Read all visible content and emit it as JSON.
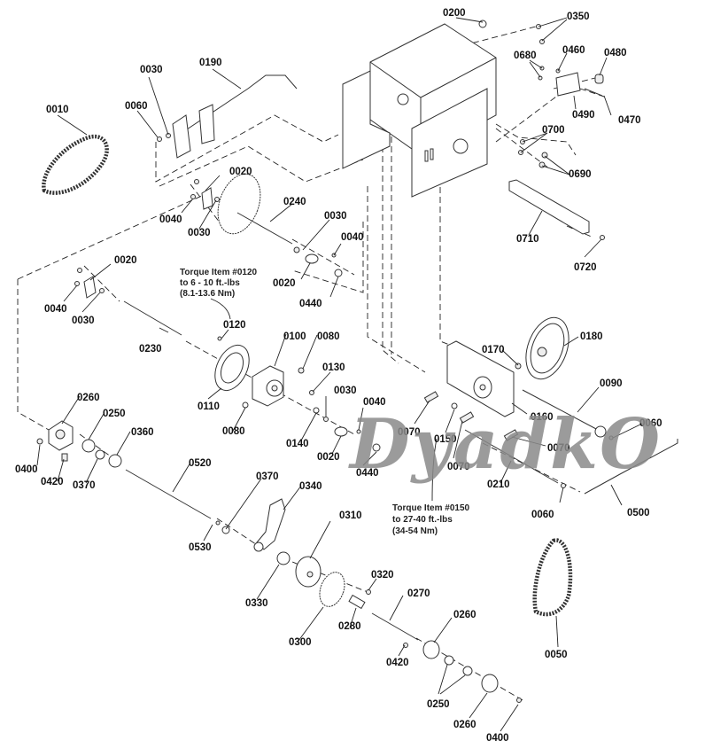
{
  "diagram": {
    "title": "Drive system exploded parts diagram",
    "watermark": "DyadkO",
    "notes": {
      "torque_0120": [
        "Torque Item #0120",
        "to 6 - 10 ft.-lbs",
        "(8.1-13.6 Nm)"
      ],
      "torque_0150": [
        "Torque Item #0150",
        "to 27-40 ft.-lbs",
        "(34-54 Nm)"
      ]
    },
    "labels": {
      "l0010": "0010",
      "l0030a": "0030",
      "l0060a": "0060",
      "l0190": "0190",
      "l0200": "0200",
      "l0350": "0350",
      "l0680": "0680",
      "l0460": "0460",
      "l0480": "0480",
      "l0490": "0490",
      "l0470": "0470",
      "l0700": "0700",
      "l0690": "0690",
      "l0710": "0710",
      "l0720": "0720",
      "l0020a": "0020",
      "l0040a": "0040",
      "l0030b": "0030",
      "l0240": "0240",
      "l0030c": "0030",
      "l0040b": "0040",
      "l0020b": "0020",
      "l0440a": "0440",
      "l0020c": "0020",
      "l0040c": "0040",
      "l0030d": "0030",
      "l0230": "0230",
      "l0120": "0120",
      "l0100": "0100",
      "l0080a": "0080",
      "l0130": "0130",
      "l0110": "0110",
      "l0080b": "0080",
      "l0140": "0140",
      "l0030e": "0030",
      "l0040d": "0040",
      "l0020d": "0020",
      "l0440b": "0440",
      "l0170": "0170",
      "l0180": "0180",
      "l0090": "0090",
      "l0160": "0160",
      "l0060b": "0060",
      "l0070a": "0070",
      "l0150": "0150",
      "l0070b": "0070",
      "l0070c": "0070",
      "l0210": "0210",
      "l0060c": "0060",
      "l0500": "0500",
      "l0260a": "0260",
      "l0250a": "0250",
      "l0360": "0360",
      "l0400a": "0400",
      "l0420a": "0420",
      "l0370a": "0370",
      "l0520": "0520",
      "l0370b": "0370",
      "l0340": "0340",
      "l0530": "0530",
      "l0310": "0310",
      "l0330": "0330",
      "l0320": "0320",
      "l0270": "0270",
      "l0300": "0300",
      "l0280": "0280",
      "l0260b": "0260",
      "l0420b": "0420",
      "l0250b": "0250",
      "l0260c": "0260",
      "l0400b": "0400",
      "l0050": "0050"
    }
  }
}
